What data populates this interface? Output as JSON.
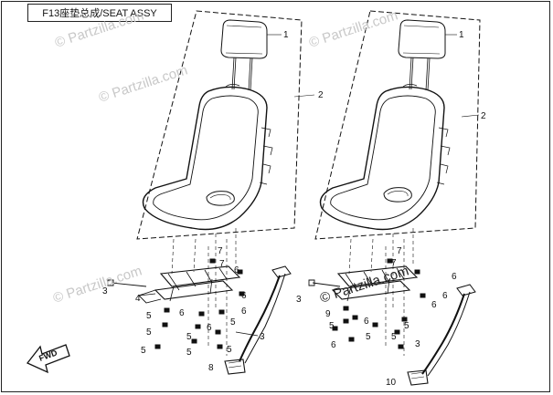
{
  "title": "F13座垫总成/SEAT ASSY",
  "watermark": "© Partzilla.com",
  "direction_label": "FWD",
  "callouts": {
    "n1": "1",
    "n2": "2",
    "n3": "3",
    "n4": "4",
    "n5": "5",
    "n6": "6",
    "n7": "7",
    "n8": "8",
    "n9": "9",
    "n10": "10"
  },
  "colors": {
    "line": "#111111",
    "watermark": "#c8c8c8"
  }
}
